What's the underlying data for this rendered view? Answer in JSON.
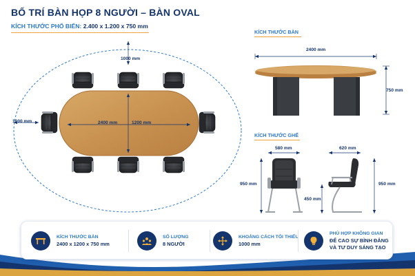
{
  "header": {
    "title": "BỐ TRÍ BÀN HỌP 8 NGƯỜI – BÀN OVAL",
    "subtitle_label": "KÍCH THƯỚC PHỔ BIẾN:",
    "subtitle_value": "2.400 x 1.200 x 750 mm"
  },
  "layout_view": {
    "table_length": "2400 mm",
    "table_width": "1200 mm",
    "chair_spacing": "1000 mm",
    "side_clearance": "1000 mm"
  },
  "table_section": {
    "label": "KÍCH THƯỚC BÀN",
    "length": "2400 mm",
    "height": "750 mm"
  },
  "chair_section": {
    "label": "KÍCH THƯỚC GHẾ",
    "front_width": "580 mm",
    "side_depth": "620 mm",
    "total_height": "950 mm",
    "seat_height": "450 mm",
    "side_height": "950 mm"
  },
  "features": [
    {
      "label": "KÍCH THƯỚC BÀN",
      "value": "2400 x 1200 x 750 mm",
      "icon": "table-icon"
    },
    {
      "label": "SỐ LƯỢNG",
      "value": "8 NGƯỜI",
      "icon": "people-icon"
    },
    {
      "label": "KHOẢNG CÁCH TỐI THIỂU",
      "value": "1000 mm",
      "icon": "arrows-icon"
    },
    {
      "label": "PHÙ HỢP KHÔNG GIAN",
      "value": "ĐỂ CAO SỰ BÌNH ĐẲNG",
      "value2": "VÀ TƯ DUY SÁNG TẠO",
      "icon": "lightbulb-icon"
    }
  ],
  "colors": {
    "navy": "#14346d",
    "blue": "#2a78c9",
    "orange": "#f2a23a",
    "wood": "#c9924f",
    "base": "#3a3d42"
  }
}
